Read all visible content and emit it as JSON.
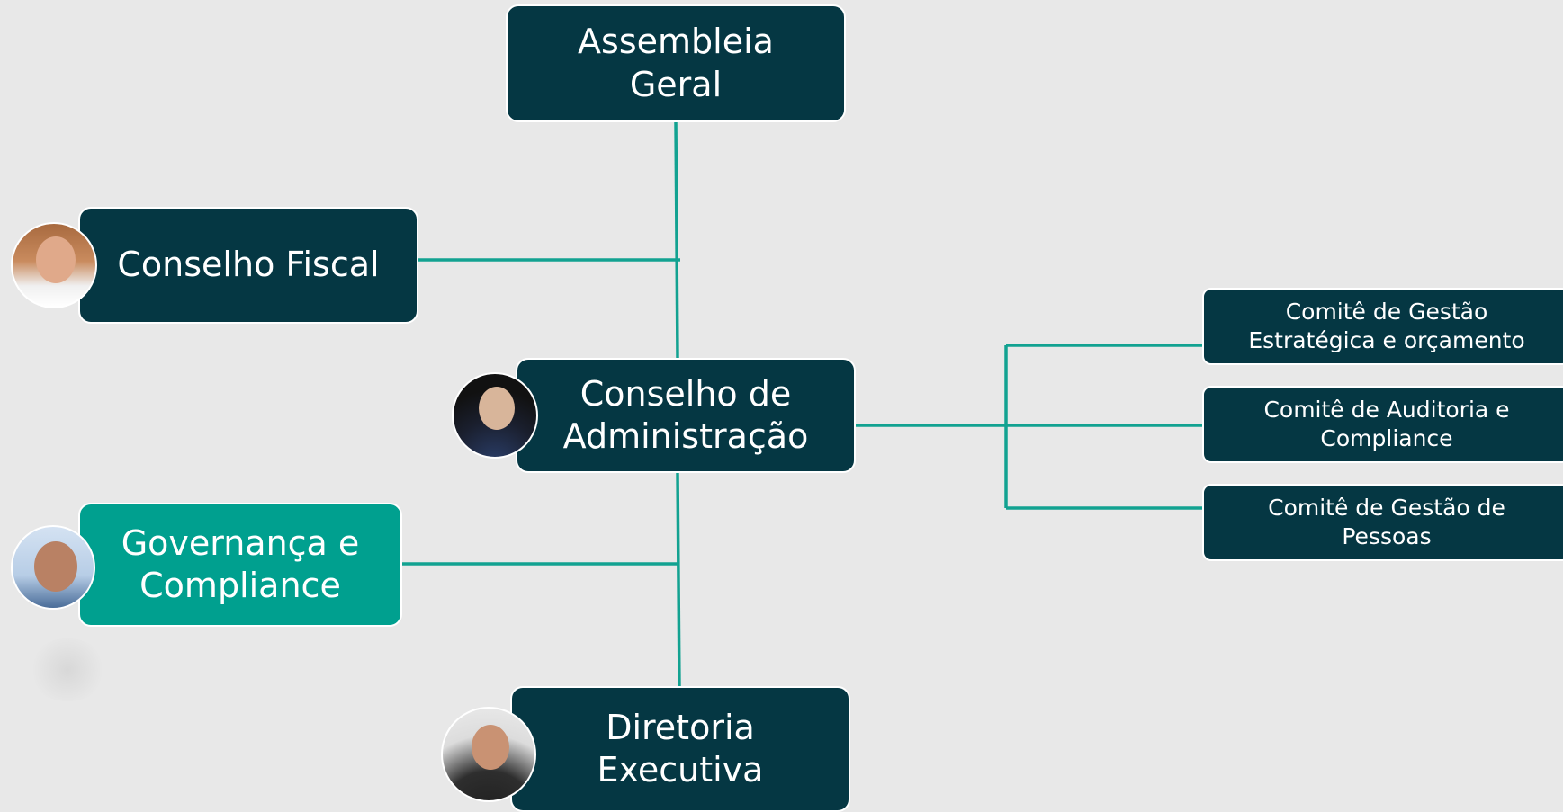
{
  "colors": {
    "background": "#e8e8e8",
    "node_dark": "#053743",
    "node_accent": "#00a08f",
    "connector": "#12a291",
    "text": "#ffffff"
  },
  "nodes": {
    "assembleia": "Assembleia\nGeral",
    "conselho_fiscal": "Conselho Fiscal",
    "conselho_administracao": "Conselho de\nAdministração",
    "governanca": "Governança e\nCompliance",
    "diretoria": "Diretoria\nExecutiva"
  },
  "comites": [
    "Comitê de Gestão\nEstratégica e orçamento",
    "Comitê de Auditoria e\nCompliance",
    "Comitê de Gestão de\nPessoas"
  ],
  "avatars": [
    {
      "role": "conselho-fiscal",
      "icon": "person-photo-icon"
    },
    {
      "role": "conselho-administracao",
      "icon": "person-photo-icon"
    },
    {
      "role": "governanca",
      "icon": "person-photo-icon"
    },
    {
      "role": "diretoria",
      "icon": "person-photo-icon"
    }
  ]
}
